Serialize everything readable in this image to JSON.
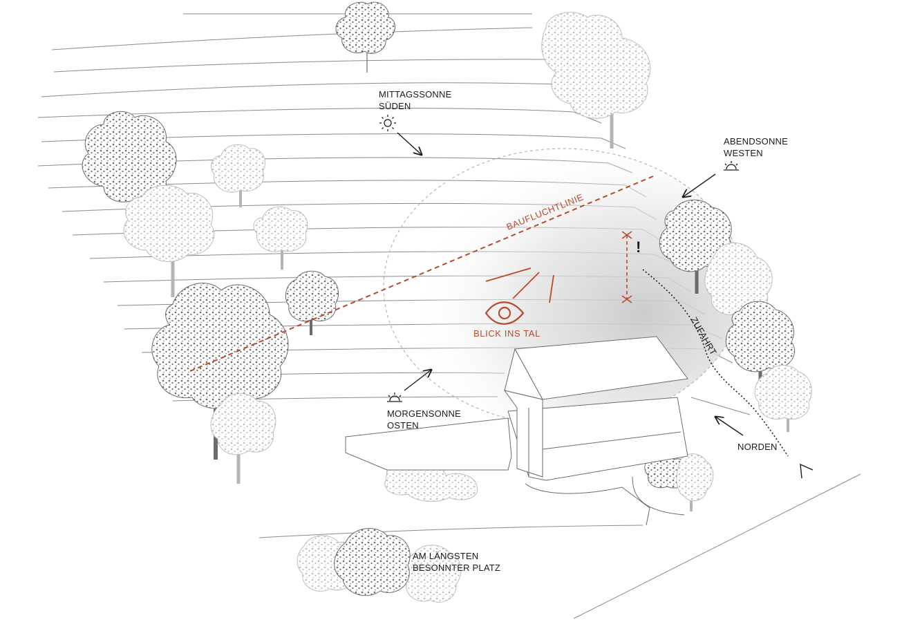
{
  "labels": {
    "south_line1": "MITTAGSSONNE",
    "south_line2": "SÜDEN",
    "west_line1": "ABENDSONNE",
    "west_line2": "WESTEN",
    "east_line1": "MORGENSONNE",
    "east_line2": "OSTEN",
    "north": "NORDEN",
    "access": "ZUFAHRT",
    "building_line": "BAUFLUCHTLINIE",
    "view": "BLICK INS TAL",
    "exclamation": "!",
    "sunny_line1": "AM LÄNGSTEN",
    "sunny_line2": "BESONNTER PLATZ"
  },
  "colors": {
    "accent": "#b8482a",
    "ink": "#1a1a1a",
    "tree_dark": "#6a6a6a",
    "tree_light": "#bdbdbd",
    "contour": "#8a8a8a"
  },
  "icons": {
    "south": "sun-icon",
    "west": "sunset-icon",
    "east": "sunrise-icon",
    "view": "eye-icon"
  }
}
